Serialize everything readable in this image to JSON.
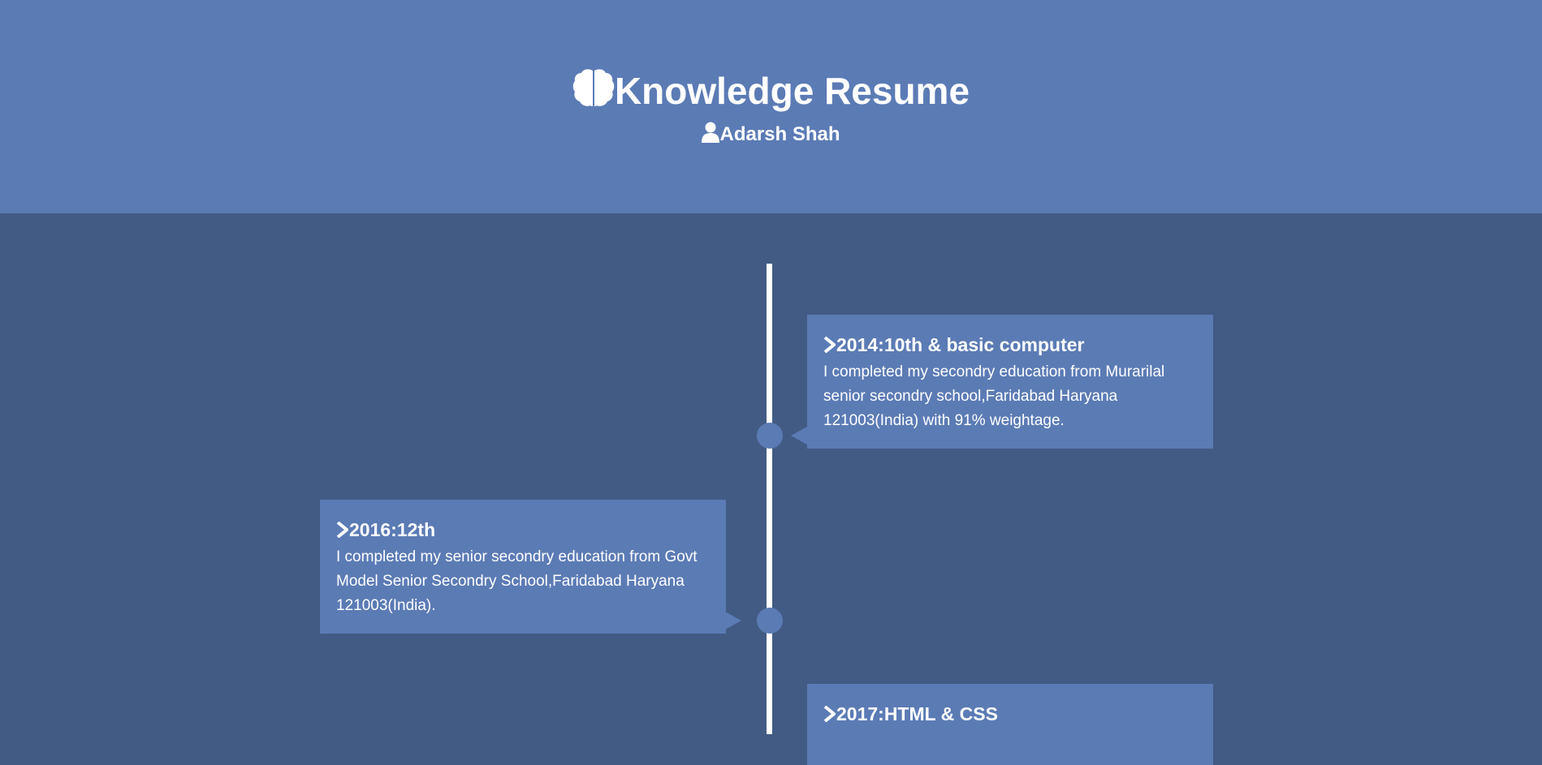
{
  "header": {
    "title": "Knowledge Resume",
    "title_icon": "brain-icon",
    "name": "Adarsh Shah",
    "name_icon": "user-icon"
  },
  "colors": {
    "header_bg": "#5b7bb5",
    "page_bg": "#425b84",
    "card_bg": "#5b7bb5",
    "line": "#ffffff",
    "text": "#ffffff"
  },
  "timeline": [
    {
      "icon": "chevron-right-icon",
      "heading": "2014:10th & basic computer",
      "text": "I completed my secondry education from Murarilal senior secondry school,Faridabad Haryana 121003(India) with 91% weightage."
    },
    {
      "icon": "chevron-right-icon",
      "heading": "2016:12th",
      "text": "I completed my senior secondry education from Govt Model Senior Secondry School,Faridabad Haryana 121003(India)."
    },
    {
      "icon": "chevron-right-icon",
      "heading": "2017:HTML & CSS",
      "text": ""
    }
  ]
}
